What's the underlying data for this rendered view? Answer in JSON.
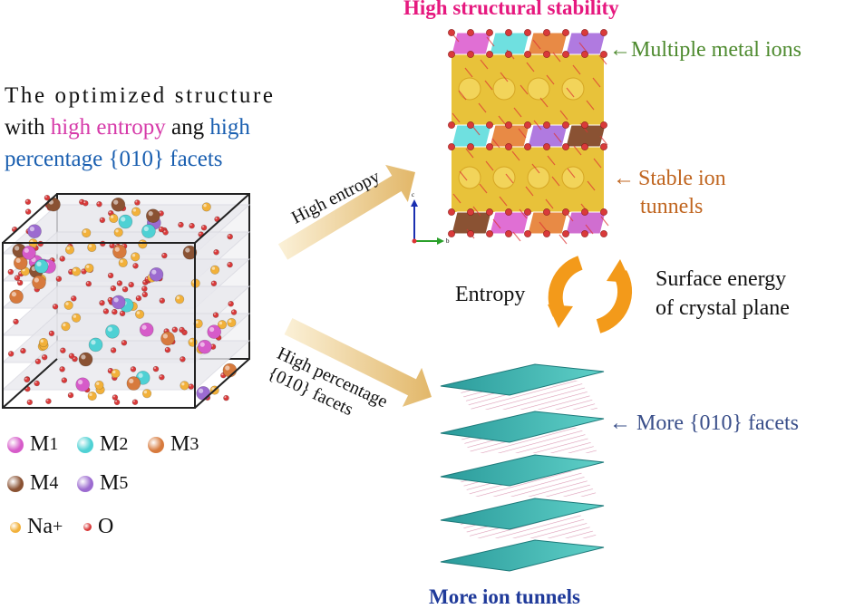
{
  "header": {
    "title_top": "High structural stability",
    "title_bottom": "More ion tunnels",
    "title_top_color": "#e6197f",
    "title_bottom_color": "#1f3a9a"
  },
  "intro": {
    "line1": "The optimized structure",
    "line2_a": "with ",
    "line2_b": "high entropy",
    "line2_c": " ang ",
    "line2_d": "high",
    "line3": "percentage {010} facets",
    "colors": {
      "magenta": "#d63aa9",
      "blue": "#1a5fb0"
    }
  },
  "annotations": {
    "multiple_metal_ions": "Multiple metal ions",
    "stable_ion_1": "Stable ion",
    "stable_ion_2": "tunnels",
    "entropy": "Entropy",
    "surface_1": "Surface energy",
    "surface_2": "of crystal plane",
    "more_facets": "More {010} facets",
    "arrow_left": "←"
  },
  "arrows": {
    "upper": "High entropy",
    "lower_1": "High percentage",
    "lower_2": "{010} facets"
  },
  "axes": {
    "c": "c",
    "b": "b"
  },
  "legend": [
    {
      "label": "M",
      "sup": "1",
      "color": "#d65bc9"
    },
    {
      "label": "M",
      "sup": "2",
      "color": "#4fd1d4"
    },
    {
      "label": "M",
      "sup": "3",
      "color": "#d77a3d"
    },
    {
      "label": "M",
      "sup": "4",
      "color": "#8a5233"
    },
    {
      "label": "M",
      "sup": "5",
      "color": "#9c6bd0"
    },
    {
      "label": "Na",
      "sup": "+",
      "color": "#f2b13a"
    },
    {
      "label": "O",
      "sup": "",
      "color": "#d93a3a"
    }
  ]
}
